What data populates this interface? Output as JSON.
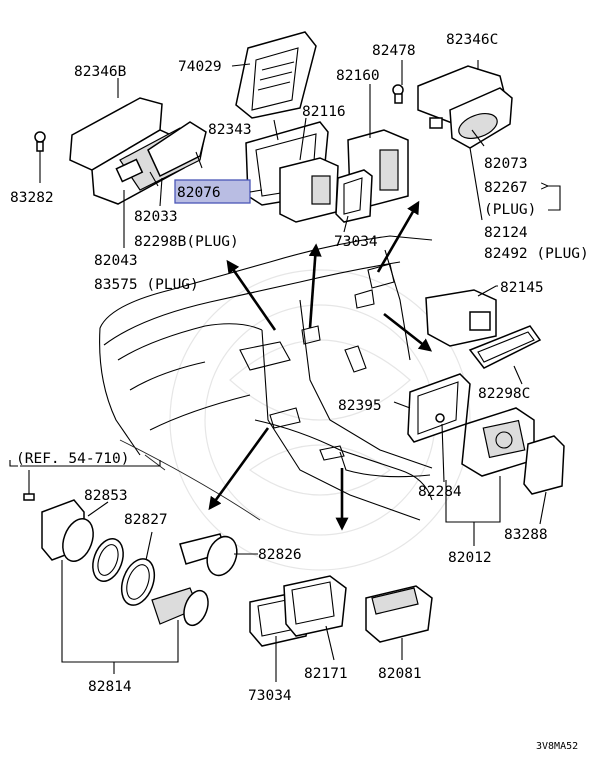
{
  "diagram": {
    "code": "3V8MA52",
    "highlighted_part": "82076",
    "labels": {
      "p74029": "74029",
      "p82346b": "82346B",
      "p83282": "83282",
      "p82343": "82343",
      "p82116": "82116",
      "p82076": "82076",
      "p82033": "82033",
      "p82298b": "82298B(PLUG)",
      "p82043": "82043",
      "p83575": "83575 (PLUG)",
      "p82478": "82478",
      "p82346c": "82346C",
      "p82160": "82160",
      "p82073": "82073",
      "p82267": "82267",
      "p82267plug": "(PLUG)",
      "p82124": "82124",
      "p82492": "82492 (PLUG)",
      "p73034a": "73034",
      "p82145": "82145",
      "p82298c": "82298C",
      "p82395": "82395",
      "p82284": "82284",
      "p83288": "83288",
      "p82012": "82012",
      "ref": "(REF. 54-710)",
      "p82853": "82853",
      "p82827": "82827",
      "p82826": "82826",
      "p82814": "82814",
      "p82171": "82171",
      "p82081": "82081",
      "p73034b": "73034"
    }
  }
}
